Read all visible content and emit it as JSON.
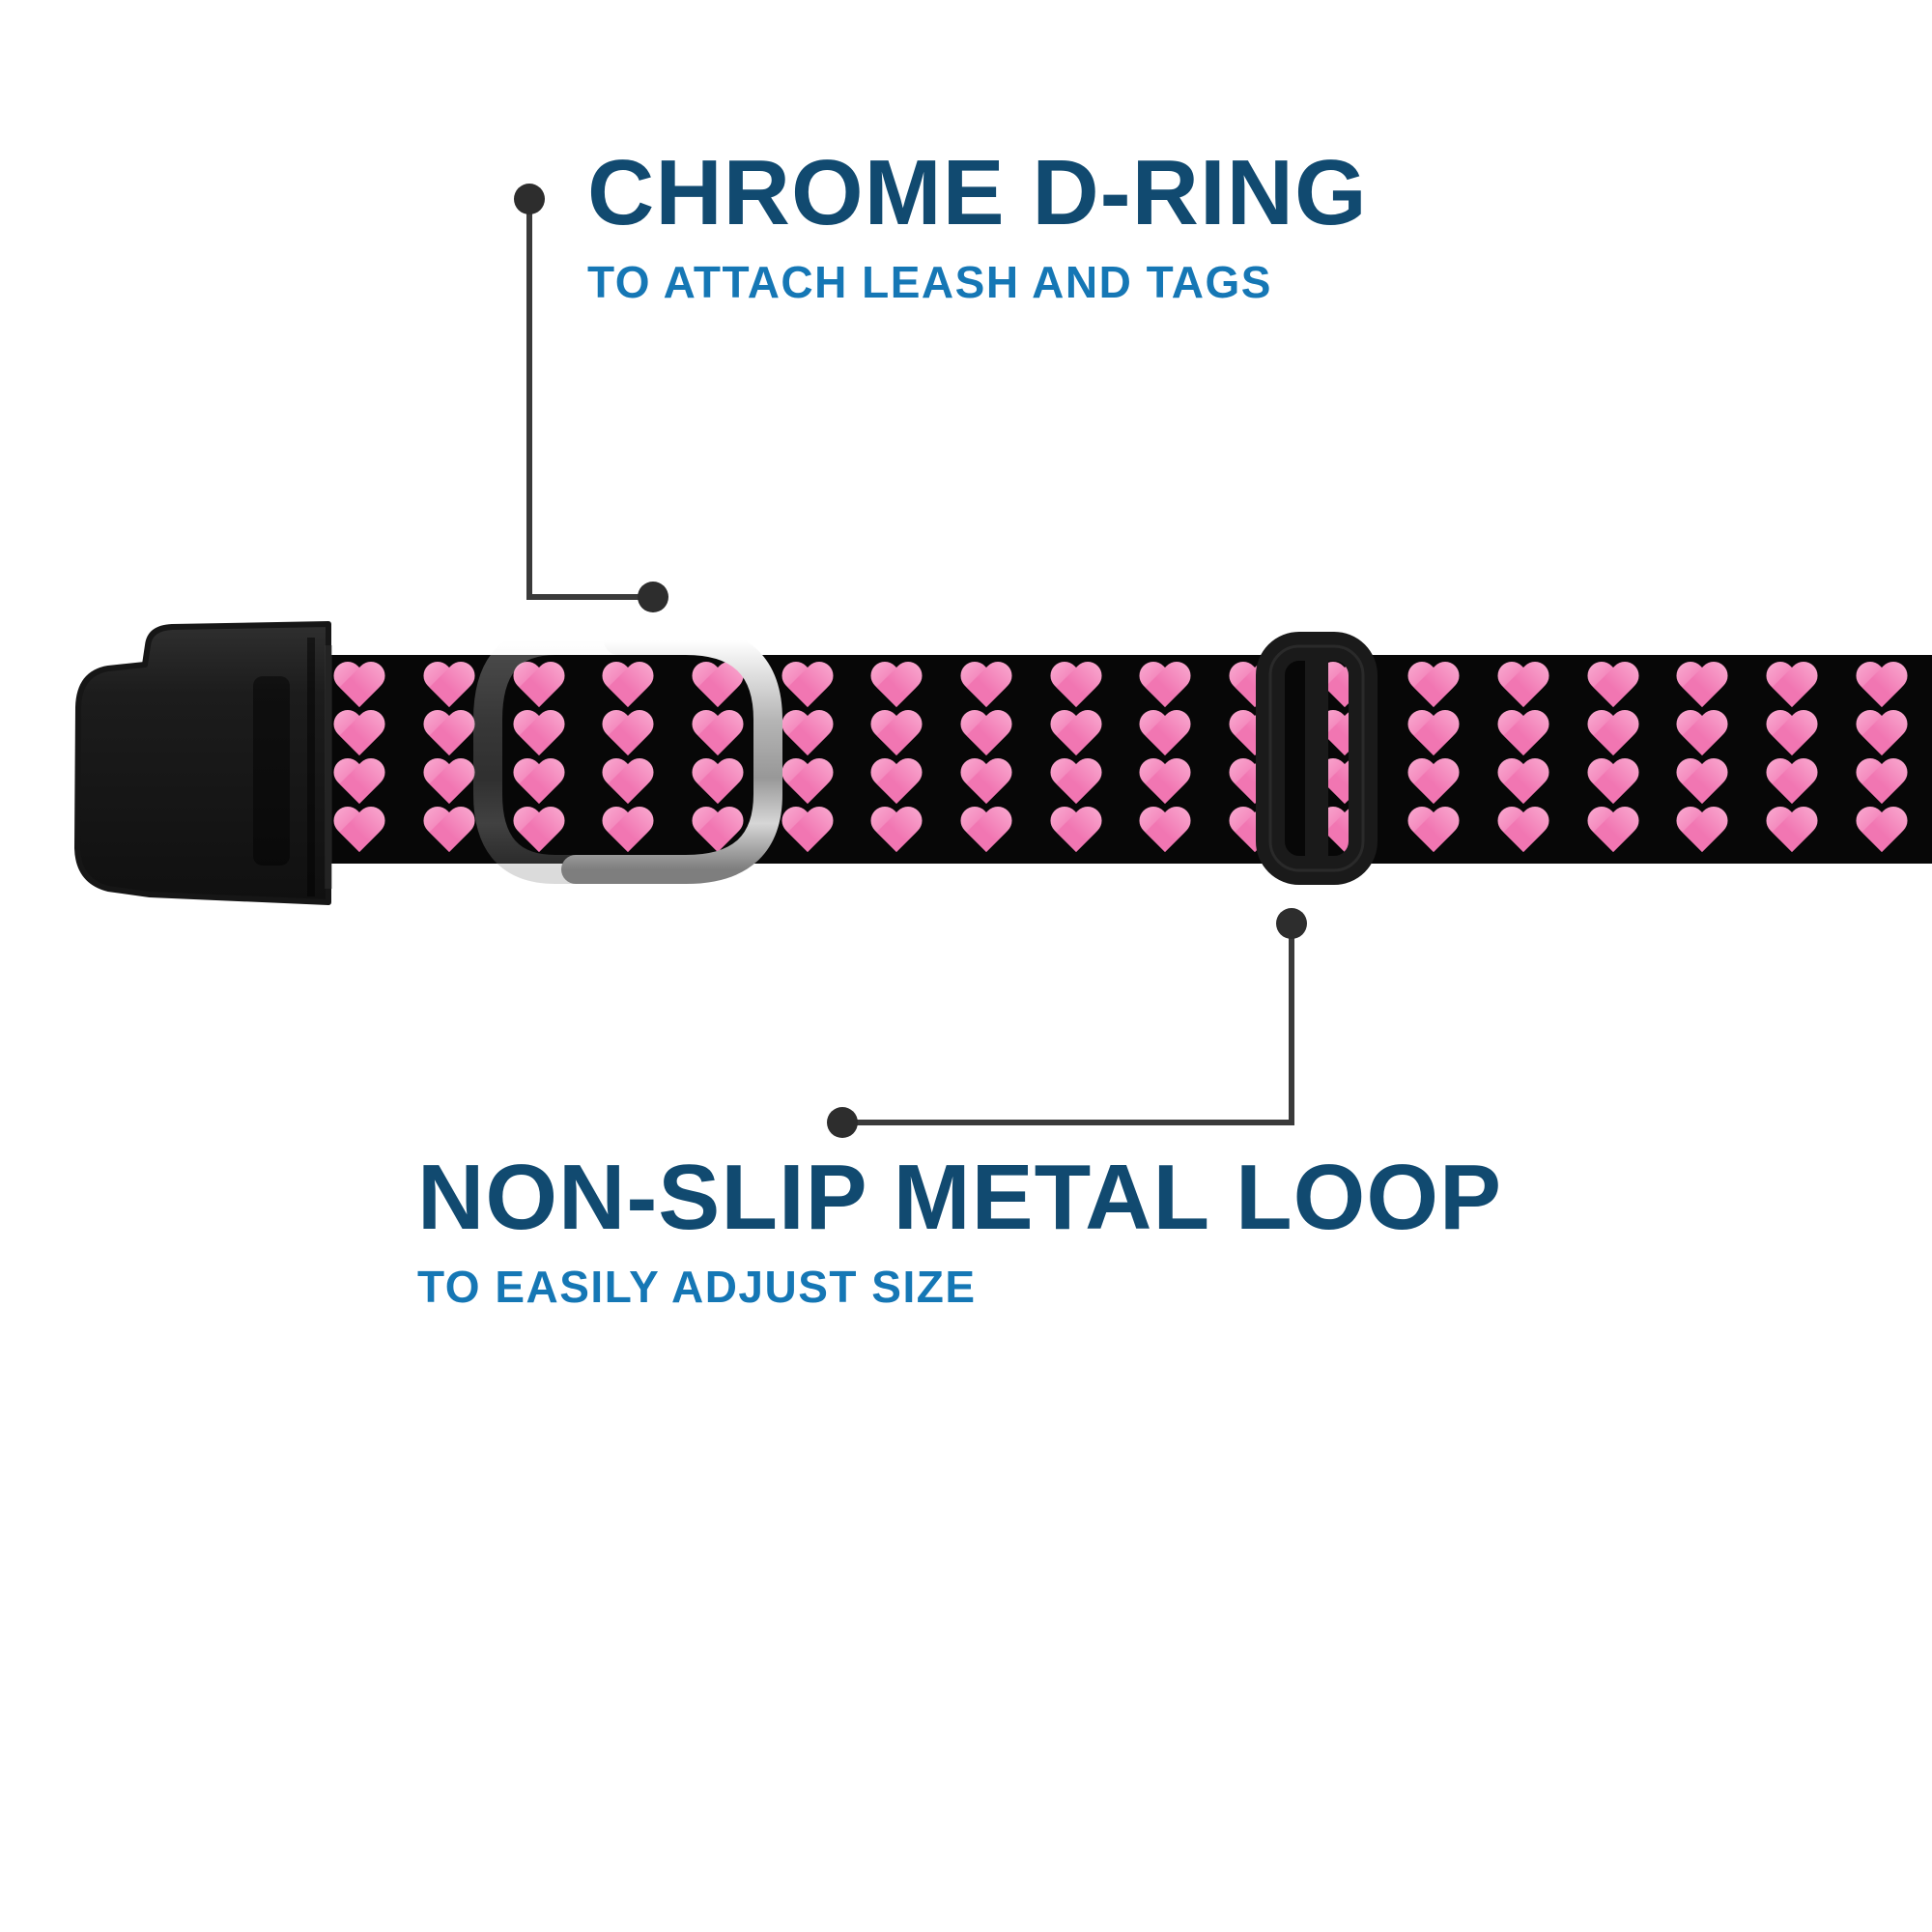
{
  "product": {
    "name": "heart-pattern-dog-collar",
    "parts": [
      "side-release-buckle",
      "heart-pattern-webbing",
      "chrome-d-ring",
      "non-slip-metal-loop"
    ]
  },
  "callouts": [
    {
      "title": "CHROME D-RING",
      "subtitle": "TO ATTACH LEASH AND TAGS",
      "points_to": "chrome-d-ring"
    },
    {
      "title": "NON-SLIP METAL LOOP",
      "subtitle": "TO EASILY ADJUST SIZE",
      "points_to": "metal-slider-loop"
    }
  ],
  "collar": {
    "heart_rows": 4,
    "heart_cols": 18,
    "pattern": "pink hearts on black webbing"
  },
  "colors": {
    "title_text": "#114a70",
    "subtitle_text": "#1577b5",
    "callout_line": "#3a3a3a",
    "callout_dot": "#2d2d2d",
    "heart_pink": "#f176b2",
    "strap_black": "#070707",
    "buckle_dark": "#2f2f2f",
    "buckle_black": "#101010",
    "chrome_light": "#ffffff",
    "chrome_mid": "#b5b5b5",
    "chrome_dark": "#7e7e7e",
    "slider_black": "#1a1a1a"
  }
}
